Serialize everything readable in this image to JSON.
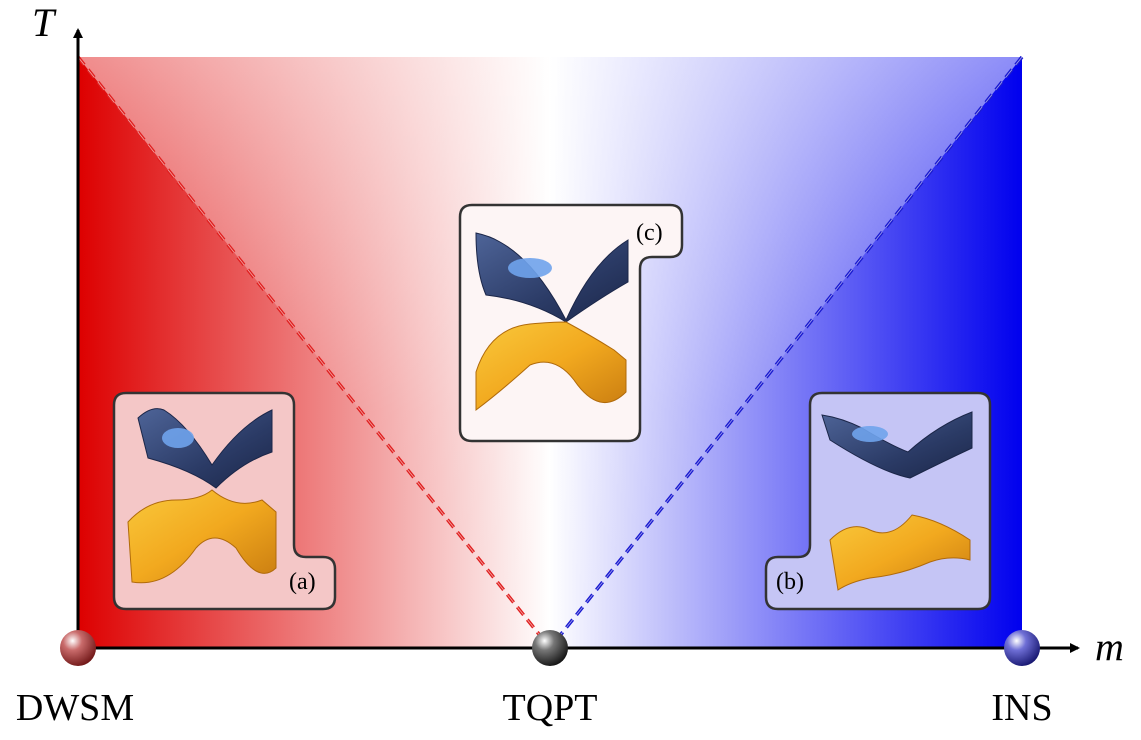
{
  "axes": {
    "y_label": "T",
    "x_label": "m"
  },
  "points": [
    {
      "id": "dwsm",
      "label": "DWSM",
      "color": "#b03a3a"
    },
    {
      "id": "tqpt",
      "label": "TQPT",
      "color": "#333333"
    },
    {
      "id": "ins",
      "label": "INS",
      "color": "#3a3ab5"
    }
  ],
  "insets": [
    {
      "id": "a",
      "tag": "(a)"
    },
    {
      "id": "c",
      "tag": "(c)"
    },
    {
      "id": "b",
      "tag": "(b)"
    }
  ],
  "colors": {
    "red_phase": "#dd0000",
    "blue_phase": "#0000ee",
    "red_line": "#e02020",
    "blue_line": "#1a1ad0",
    "upper_band": "#2d3f6c",
    "lower_band": "#f0a520"
  }
}
